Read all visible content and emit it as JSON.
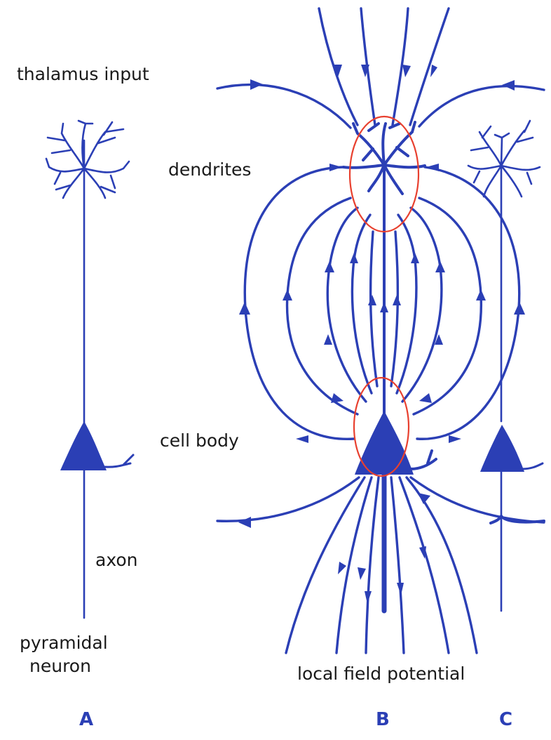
{
  "labels": {
    "thalamus": "thalamus input",
    "dendrites": "dendrites",
    "cell_body": "cell body",
    "axon": "axon",
    "pyramidal_line1": "pyramidal",
    "pyramidal_line2": "neuron",
    "lfp": "local field potential"
  },
  "panels": {
    "a": "A",
    "b": "B",
    "c": "C"
  },
  "colors": {
    "neuron_blue": "#2b3fb5",
    "highlight_red": "#e8402f",
    "panel_letter": "#2b3fb5"
  }
}
